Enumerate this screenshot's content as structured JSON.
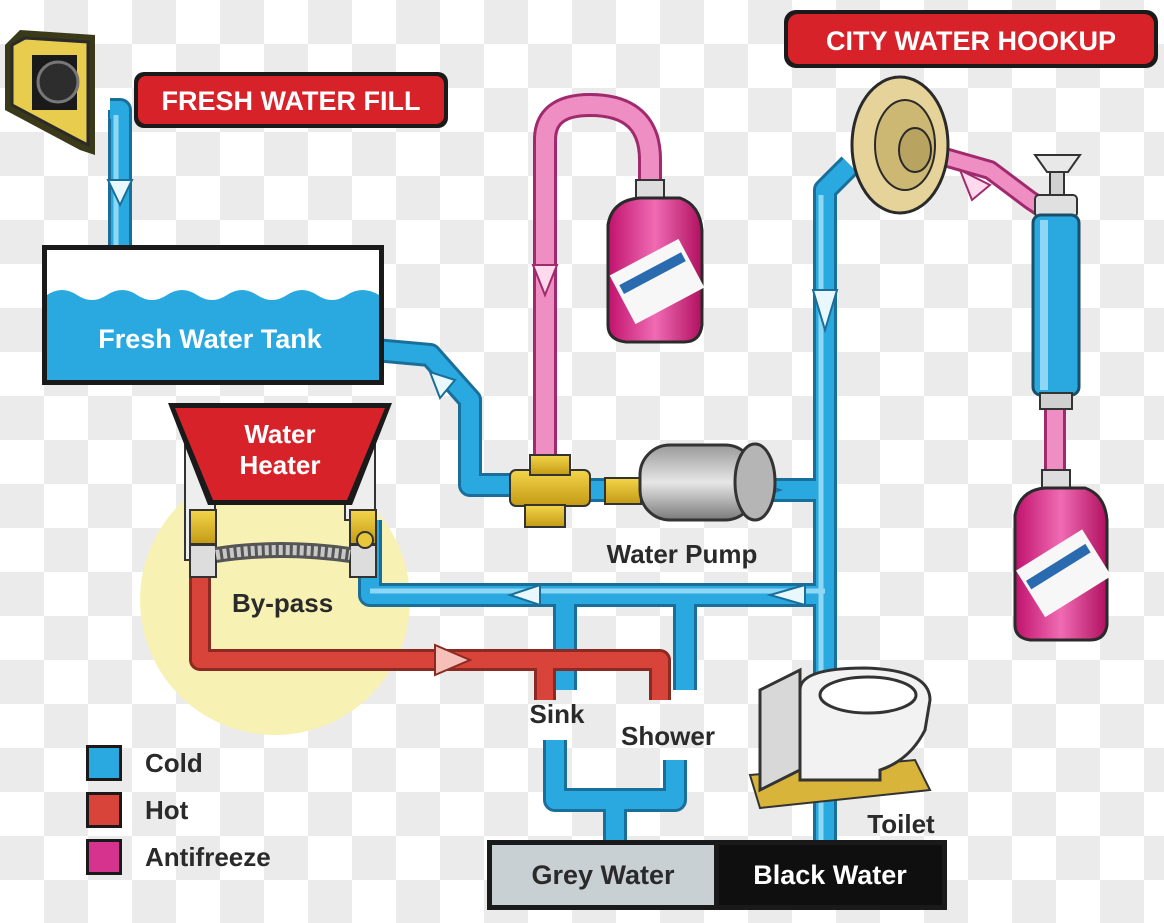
{
  "banners": {
    "fresh_water_fill": "FRESH WATER FILL",
    "city_water_hookup": "CITY WATER HOOKUP"
  },
  "components": {
    "fresh_water_tank": "Fresh Water Tank",
    "water_heater_line1": "Water",
    "water_heater_line2": "Heater",
    "water_pump": "Water Pump",
    "bypass": "By-pass",
    "sink": "Sink",
    "shower": "Shower",
    "toilet": "Toilet",
    "grey_water": "Grey Water",
    "black_water": "Black Water"
  },
  "legend": {
    "items": [
      {
        "label": "Cold",
        "color": "#2aa9e0"
      },
      {
        "label": "Hot",
        "color": "#d9443a"
      },
      {
        "label": "Antifreeze",
        "color": "#d6338f"
      }
    ]
  },
  "colors": {
    "cold": "#2aa9e0",
    "hot": "#d9443a",
    "antifreeze": "#e06aa9",
    "banner": "#d8222a",
    "bypass_highlight": "#f7f2b4"
  },
  "icons": [
    "fill-inlet-icon",
    "city-hookup-icon",
    "antifreeze-jug-icon",
    "hand-pump-icon",
    "water-pump-icon",
    "toilet-icon"
  ]
}
